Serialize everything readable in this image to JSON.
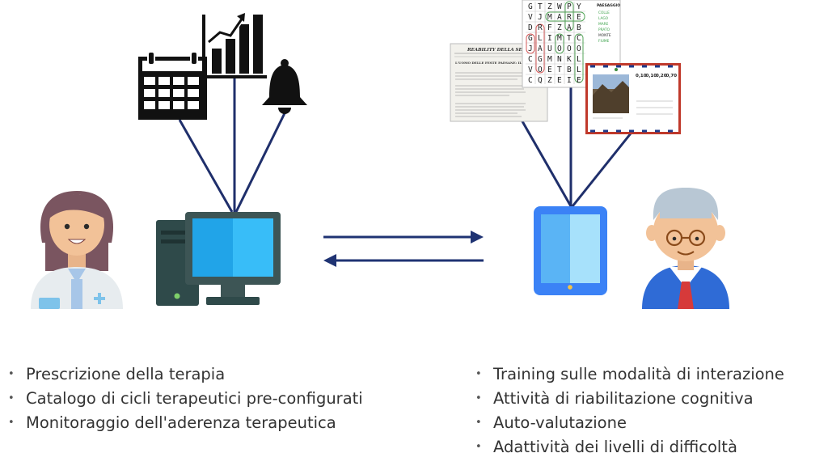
{
  "therapist_features": [
    "Prescrizione della terapia",
    "Catalogo di cicli terapeutici pre-configurati",
    "Monitoraggio dell'aderenza terapeutica"
  ],
  "patient_features": [
    "Training sulle modalità di interazione",
    "Attività di riabilitazione cognitiva",
    "Auto-valutazione",
    "Adattività dei livelli di difficoltà"
  ],
  "newspaper": {
    "title": "REABILITY DELLA SE",
    "headline": "L'UOMO DELLE FESTE PAESANE: IL VENDITORE DI DOLCIUMI"
  },
  "word_search": {
    "rows": [
      "GTZWPY",
      "VJMARE",
      "DRFZAB",
      "GLIMTC",
      "JAUOOO",
      "CGMNKL",
      "VOETBL",
      "CQZEIE"
    ],
    "list_title": "PAESAGGIO",
    "words": [
      "COLLE",
      "LAGO",
      "MARE",
      "PRATO",
      "MONTE",
      "FIUME"
    ]
  },
  "postcard": {
    "stamps": [
      "0,10",
      "0,10",
      "0,20",
      "0,70"
    ]
  },
  "colors": {
    "connector": "#1f2f6b",
    "arrow": "#1f3373",
    "list_text": "#333333",
    "monitor_screen": "#29b6f6",
    "tablet_body": "#3b82f6"
  }
}
